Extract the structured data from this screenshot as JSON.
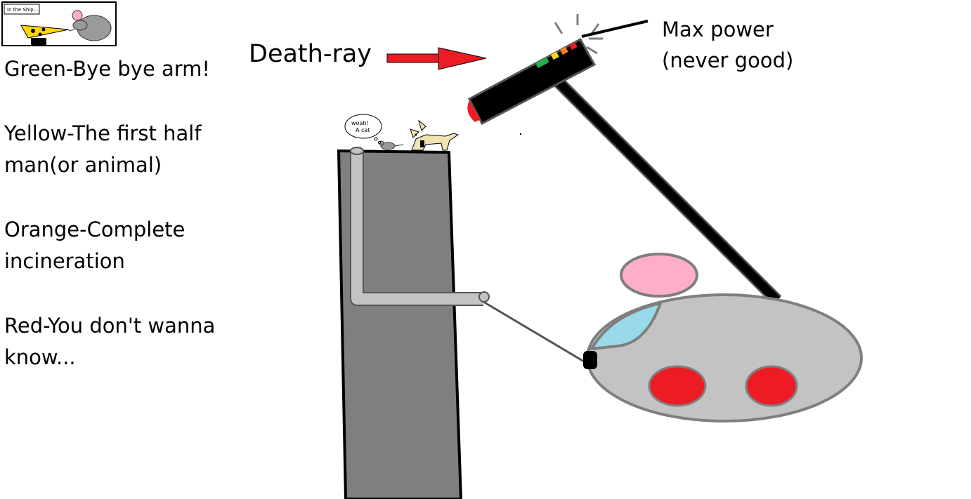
{
  "thumbnail": {
    "caption": "In the Ship...",
    "colors": {
      "frame": "#000000",
      "cheese": "#ffd800",
      "rat": "#9a9a9a",
      "rat_ear": "#ffb0c8"
    }
  },
  "legend": {
    "items": [
      {
        "text": "Green-Bye bye arm!"
      },
      {
        "text": "Yellow-The first half man(or animal)",
        "line1": "Yellow-The first half",
        "line2": "man(or animal)"
      },
      {
        "text": "Orange-Complete incineration",
        "line1": "Orange-Complete",
        "line2": "incineration"
      },
      {
        "text": "Red-You don't wanna know...",
        "line1": "Red-You don't wanna",
        "line2": "know..."
      }
    ]
  },
  "labels": {
    "death_ray": "Death-ray",
    "max_power_line1": "Max power",
    "max_power_line2": "(never good)"
  },
  "speech_bubble": {
    "line1": "woah!",
    "line2": "A cat"
  },
  "colors": {
    "arrow": "#ed1c24",
    "tower": "#7f7f7f",
    "pipe": "#c3c3c3",
    "ship_body": "#c3c3c3",
    "ship_window": "#99d9ea",
    "ship_dome": "#ffaec9",
    "ship_lights": "#ed1c24",
    "ray_gun": "#000000",
    "indicator_green": "#22b14c",
    "indicator_yellow": "#ffd800",
    "indicator_orange": "#ff7f27",
    "indicator_red": "#ed1c24"
  },
  "icons": [
    "rat-icon",
    "cat-icon",
    "cheese-icon",
    "arrow-icon",
    "ray-gun-icon",
    "spaceship-icon"
  ]
}
